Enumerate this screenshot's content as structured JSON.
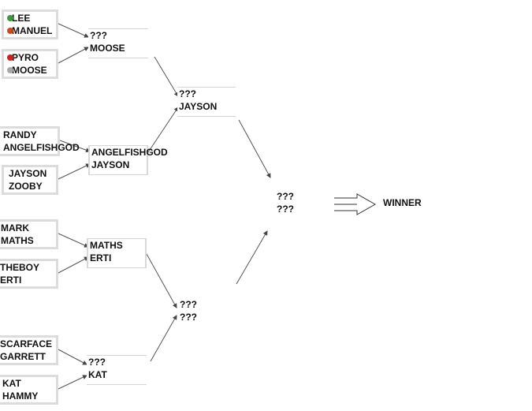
{
  "round1": [
    {
      "top": "LEE",
      "bottom": "MANUEL"
    },
    {
      "top": "PYRO",
      "bottom": "MOOSE"
    },
    {
      "top": "RANDY",
      "bottom": "ANGELFISHGOD"
    },
    {
      "top": "JAYSON",
      "bottom": "ZOOBY"
    },
    {
      "top": "MARK",
      "bottom": "MATHS"
    },
    {
      "top": "THEBOY",
      "bottom": "ERTI"
    },
    {
      "top": "SCARFACE",
      "bottom": "GARRETT"
    },
    {
      "top": "KAT",
      "bottom": "HAMMY"
    }
  ],
  "round2": [
    {
      "top": "???",
      "bottom": "MOOSE"
    },
    {
      "top": "ANGELFISHGOD",
      "bottom": "JAYSON"
    },
    {
      "top": "MATHS",
      "bottom": "ERTI"
    },
    {
      "top": "???",
      "bottom": "KAT"
    }
  ],
  "semifinals": [
    {
      "top": "???",
      "bottom": "JAYSON"
    },
    {
      "top": "???",
      "bottom": "???"
    }
  ],
  "final": {
    "top": "???",
    "bottom": "???"
  },
  "winner_label": "WINNER",
  "colors": {
    "lee_icon": "#3c9a3c",
    "manuel_icon": "#cc4a1a",
    "pyro_icon": "#cc2222",
    "moose_icon": "#a8a8a8"
  }
}
